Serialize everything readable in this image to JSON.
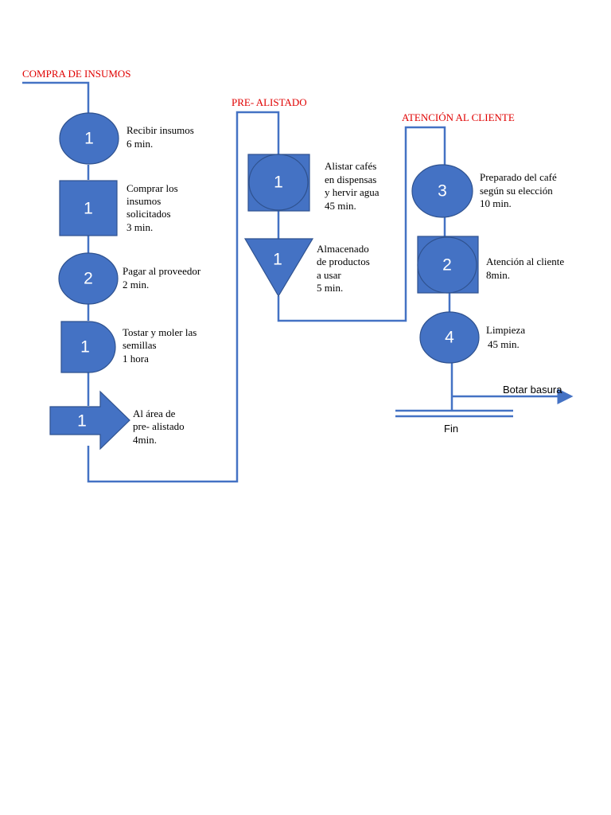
{
  "colors": {
    "shape_fill": "#4472c4",
    "shape_stroke": "#2f528f",
    "line": "#4472c4",
    "section_title": "#e00000"
  },
  "sections": {
    "compra": {
      "title": "COMPRA DE INSUMOS"
    },
    "prealistado": {
      "title": "PRE- ALISTADO"
    },
    "atencion": {
      "title": "ATENCIÓN AL CLIENTE"
    }
  },
  "steps": {
    "recibir": {
      "symbol": "operation",
      "number": "1",
      "text": [
        "Recibir insumos",
        "6 min."
      ]
    },
    "comprar": {
      "symbol": "inspection",
      "number": "1",
      "text": [
        "Comprar los",
        "insumos",
        "solicitados",
        "3 min."
      ]
    },
    "pagar": {
      "symbol": "operation",
      "number": "2",
      "text": [
        "Pagar al proveedor",
        "2 min."
      ]
    },
    "tostar": {
      "symbol": "delay",
      "number": "1",
      "text": [
        "Tostar y moler las",
        "semillas",
        "1 hora"
      ]
    },
    "transporte": {
      "symbol": "transport",
      "number": "1",
      "text": [
        "Al área de",
        "pre- alistado",
        "4min."
      ]
    },
    "alistar": {
      "symbol": "combined",
      "number": "1",
      "text": [
        "Alistar cafés",
        "en dispensas",
        "y hervir agua",
        "45 min."
      ]
    },
    "almacenado": {
      "symbol": "storage",
      "number": "1",
      "text": [
        "Almacenado",
        "de productos",
        "a usar",
        "5 min."
      ]
    },
    "preparado": {
      "symbol": "operation",
      "number": "3",
      "text": [
        "Preparado del café",
        "según su elección",
        "10 min."
      ]
    },
    "atencion": {
      "symbol": "combined",
      "number": "2",
      "text": [
        "Atención al cliente",
        "8min."
      ]
    },
    "limpieza": {
      "symbol": "operation",
      "number": "4",
      "text": [
        "Limpieza",
        "45 min."
      ]
    }
  },
  "botar": "Botar basura",
  "fin": "Fin"
}
